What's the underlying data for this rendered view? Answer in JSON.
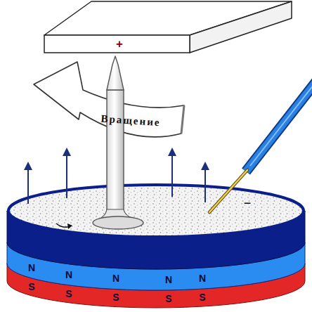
{
  "diagram": {
    "nodes": [
      {
        "text": [
          "+"
        ]
      },
      {
        "text": [
          "N",
          "N",
          "N",
          "N",
          "N"
        ]
      },
      {
        "text": [
          "S",
          "S",
          "S",
          "S",
          "S"
        ]
      }
    ],
    "labels": [
      "Вращение",
      "−"
    ]
  }
}
